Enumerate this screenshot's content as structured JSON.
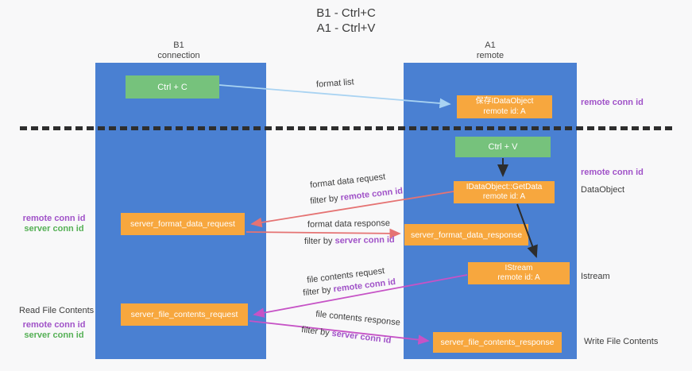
{
  "title": {
    "line1": "B1 - Ctrl+C",
    "line2": "A1 - Ctrl+V"
  },
  "lanes": {
    "left": {
      "title": "B1",
      "subtitle": "connection"
    },
    "right": {
      "title": "A1",
      "subtitle": "remote"
    }
  },
  "nodes": {
    "ctrl_c": {
      "label": "Ctrl + C"
    },
    "ctrl_v": {
      "label": "Ctrl + V"
    },
    "save_dataobject": {
      "line1": "保存IDataObject",
      "line2": "remote id: A"
    },
    "getdata": {
      "line1": "IDataObject::GetData",
      "line2": "remote id: A"
    },
    "istream": {
      "line1": "IStream",
      "line2": "remote id: A"
    },
    "server_format_data_request": {
      "label": "server_format_data_request"
    },
    "server_format_data_response": {
      "label": "server_format_data_response"
    },
    "server_file_contents_request": {
      "label": "server_file_contents_request"
    },
    "server_file_contents_response": {
      "label": "server_file_contents_response"
    }
  },
  "arrow_labels": {
    "format_list": "format list",
    "format_data_request": "format data request",
    "filter_by_remote_1": {
      "prefix": "filter by ",
      "key": "remote conn id"
    },
    "format_data_response": "format data response",
    "filter_by_server_1": {
      "prefix": "filter by ",
      "key": "server conn id"
    },
    "file_contents_request": "file contents request",
    "filter_by_remote_2": {
      "prefix": "filter by ",
      "key": "remote conn id"
    },
    "file_contents_response": "file contents response",
    "filter_by_server_2": {
      "prefix": "filter by ",
      "key": "server conn id"
    }
  },
  "side_labels": {
    "right_remote_conn_1": "remote conn id",
    "right_remote_conn_2": "remote conn id",
    "dataobject": "DataObject",
    "istream": "Istream",
    "write_file_contents": "Write File Contents",
    "left_remote_conn_1": "remote conn id",
    "left_server_conn_1": "server conn id",
    "read_file_contents": "Read File Contents",
    "left_remote_conn_2": "remote conn id",
    "left_server_conn_2": "server conn id"
  },
  "colors": {
    "lane_blue": "#4a80d2",
    "node_green": "#76c27c",
    "node_orange": "#f7a73e",
    "arrow_lightblue": "#a9d3f2",
    "arrow_salmon": "#e57373",
    "arrow_magenta": "#c653c6",
    "arrow_black": "#2d2d2d",
    "text_purple": "#a052c8",
    "text_green": "#55b055"
  }
}
